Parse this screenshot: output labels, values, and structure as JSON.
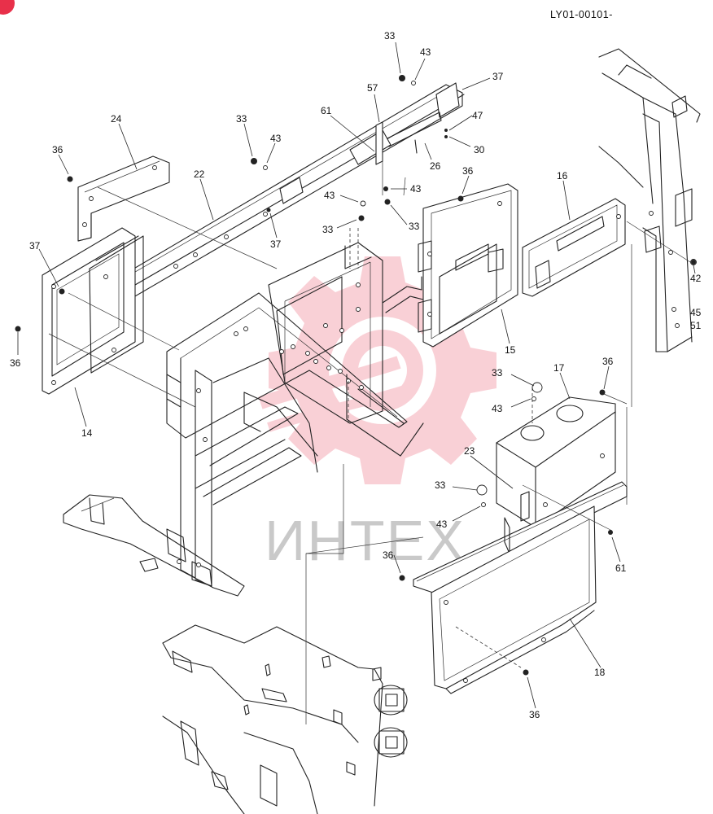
{
  "document": {
    "code": "LY01-00101-"
  },
  "watermark": {
    "text": "ИНТЕХ",
    "color": "#e8304a"
  },
  "callouts": [
    {
      "id": "c-33a",
      "label": "33"
    },
    {
      "id": "c-43a",
      "label": "43"
    },
    {
      "id": "c-37a",
      "label": "37"
    },
    {
      "id": "c-57",
      "label": "57"
    },
    {
      "id": "c-61a",
      "label": "61"
    },
    {
      "id": "c-47",
      "label": "47"
    },
    {
      "id": "c-30",
      "label": "30"
    },
    {
      "id": "c-26",
      "label": "26"
    },
    {
      "id": "c-24",
      "label": "24"
    },
    {
      "id": "c-33b",
      "label": "33"
    },
    {
      "id": "c-43b",
      "label": "43"
    },
    {
      "id": "c-36a",
      "label": "36"
    },
    {
      "id": "c-22",
      "label": "22"
    },
    {
      "id": "c-36b",
      "label": "36"
    },
    {
      "id": "c-43c",
      "label": "43"
    },
    {
      "id": "c-43d",
      "label": "43"
    },
    {
      "id": "c-33c",
      "label": "33"
    },
    {
      "id": "c-33d",
      "label": "33"
    },
    {
      "id": "c-37b",
      "label": "37"
    },
    {
      "id": "c-16",
      "label": "16"
    },
    {
      "id": "c-37c",
      "label": "37"
    },
    {
      "id": "c-42",
      "label": "42"
    },
    {
      "id": "c-45",
      "label": "45"
    },
    {
      "id": "c-51",
      "label": "51"
    },
    {
      "id": "c-36c",
      "label": "36"
    },
    {
      "id": "c-15",
      "label": "15"
    },
    {
      "id": "c-14",
      "label": "14"
    },
    {
      "id": "c-17",
      "label": "17"
    },
    {
      "id": "c-33e",
      "label": "33"
    },
    {
      "id": "c-36d",
      "label": "36"
    },
    {
      "id": "c-43e",
      "label": "43"
    },
    {
      "id": "c-23",
      "label": "23"
    },
    {
      "id": "c-33f",
      "label": "33"
    },
    {
      "id": "c-43f",
      "label": "43"
    },
    {
      "id": "c-61b",
      "label": "61"
    },
    {
      "id": "c-36e",
      "label": "36"
    },
    {
      "id": "c-18",
      "label": "18"
    },
    {
      "id": "c-36f",
      "label": "36"
    }
  ]
}
